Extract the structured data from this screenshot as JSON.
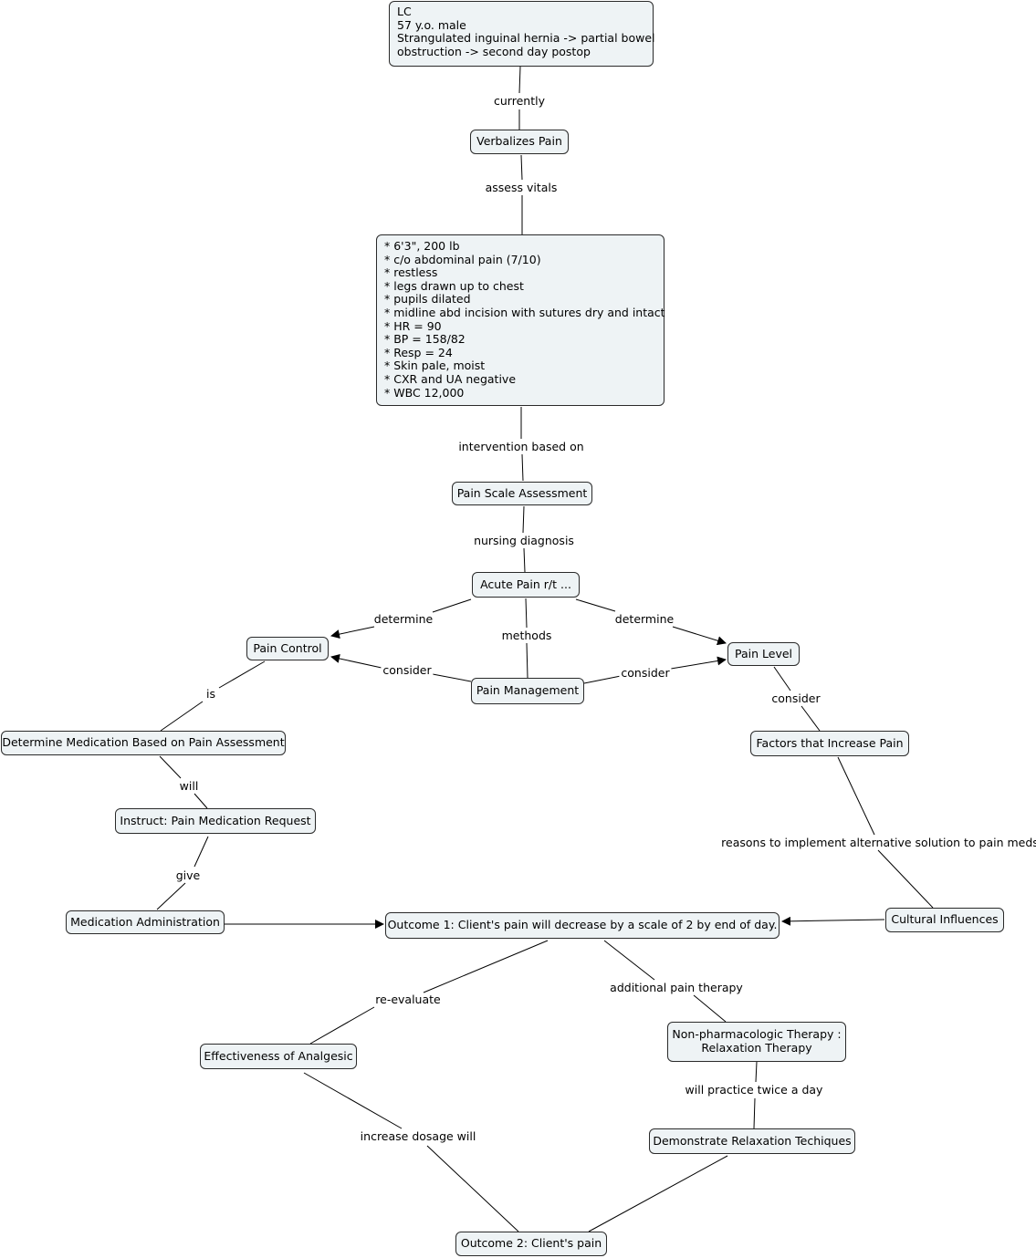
{
  "nodes": {
    "patient": [
      "LC",
      "57 y.o. male",
      "Strangulated inguinal hernia -> partial bowel",
      "obstruction -> second day postop"
    ],
    "verbalizes_pain": "Verbalizes Pain",
    "vitals": [
      "* 6'3\", 200 lb",
      "* c/o abdominal pain (7/10)",
      "* restless",
      "* legs drawn up to chest",
      "* pupils dilated",
      "* midline abd incision with sutures dry and intact",
      "* HR = 90",
      "* BP = 158/82",
      "* Resp = 24",
      "* Skin pale, moist",
      "* CXR and UA negative",
      "* WBC 12,000"
    ],
    "pain_scale": "Pain Scale Assessment",
    "acute_pain": "Acute Pain r/t ...",
    "pain_control": "Pain Control",
    "pain_level": "Pain Level",
    "pain_management": "Pain Management",
    "determine_medication": "Determine Medication Based on Pain Assessment",
    "factors_increase": "Factors that Increase Pain",
    "instruct_request": "Instruct: Pain Medication Request",
    "medication_admin": "Medication Administration",
    "outcome1": "Outcome 1: Client's pain will decrease by a scale of 2 by end of day.",
    "cultural": "Cultural Influences",
    "effectiveness": "Effectiveness of Analgesic",
    "non_pharm": [
      "Non-pharmacologic Therapy :",
      "Relaxation Therapy"
    ],
    "demonstrate": "Demonstrate Relaxation Techiques",
    "outcome2": "Outcome 2: Client's pain"
  },
  "links": {
    "currently": "currently",
    "assess_vitals": "assess vitals",
    "intervention_based_on": "intervention based on",
    "nursing_diagnosis": "nursing diagnosis",
    "determine_left": "determine",
    "determine_right": "determine",
    "methods": "methods",
    "consider_left": "consider",
    "consider_right": "consider",
    "consider_factors": "consider",
    "is": "is",
    "will": "will",
    "give": "give",
    "reasons": "reasons to implement alternative solution to pain meds",
    "re_evaluate": "re-evaluate",
    "additional": "additional pain therapy",
    "practice": "will practice twice a day",
    "increase_dosage": "increase dosage will"
  }
}
